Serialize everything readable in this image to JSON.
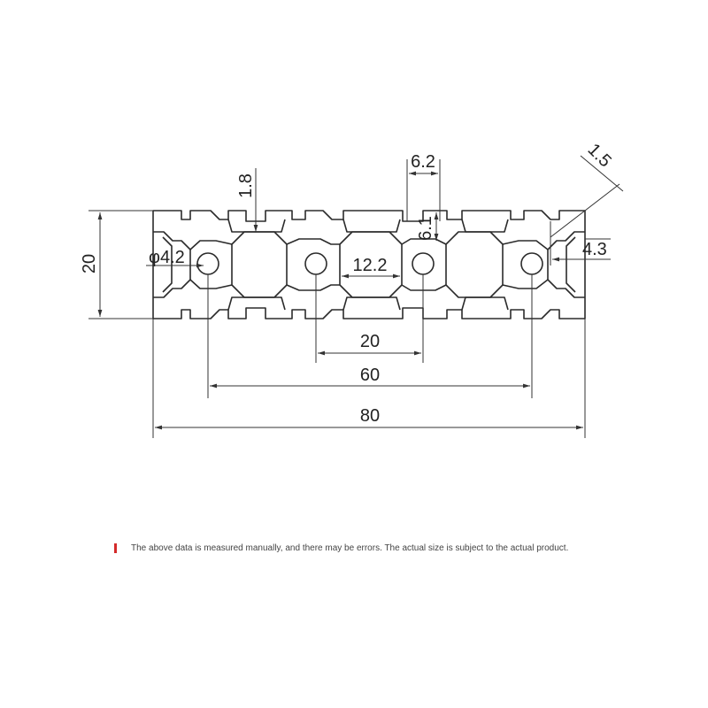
{
  "diagram": {
    "dimensions": {
      "height": "20",
      "hole_diameter": "φ4.2",
      "web_thickness": "1.8",
      "slot_opening": "6.2",
      "slot_depth": "6.1",
      "wall_angle": "1.5",
      "edge_offset": "4.3",
      "core_width": "12.2",
      "pitch": "20",
      "outer_pitch": "60",
      "overall_width": "80"
    },
    "note": "The above data is measured manually, and there may be errors. The actual size is subject to the actual product.",
    "colors": {
      "line": "#2b2b2b",
      "note_accent": "#d42a2a",
      "note_text": "#444444"
    }
  }
}
